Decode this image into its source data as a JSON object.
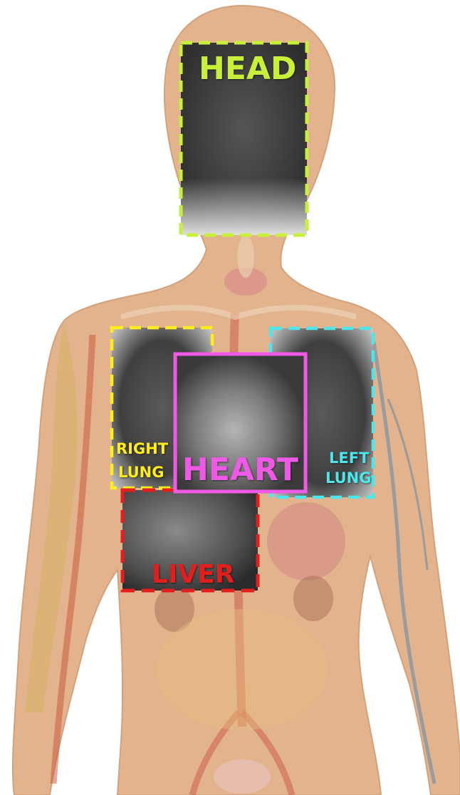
{
  "colors": {
    "head": "#c8f03a",
    "right_lung": "#ffee1a",
    "heart": "#ee5ae6",
    "left_lung": "#4de6ea",
    "liver": "#e41d1d",
    "skin": "#e0b08a",
    "background": "#ffffff"
  },
  "labels": {
    "head": "HEAD",
    "heart": "HEART",
    "liver": "LIVER",
    "right_lung_line1": "RIGHT",
    "right_lung_line2": "LUNG",
    "left_lung_line1": "LEFT",
    "left_lung_line2": "LUNG"
  }
}
